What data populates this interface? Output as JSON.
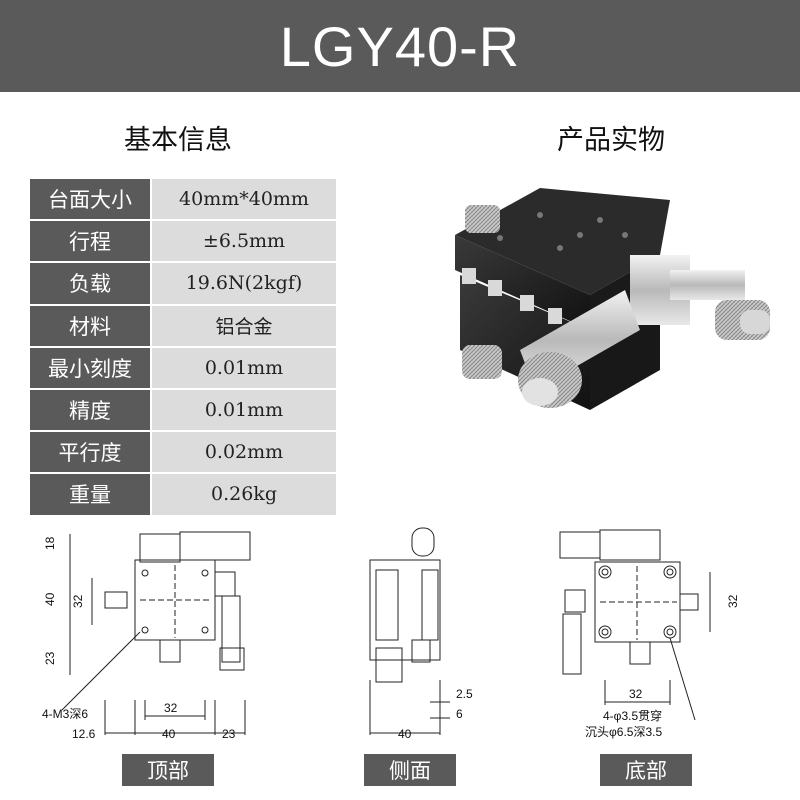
{
  "header": {
    "title": "LGY40-R"
  },
  "sections": {
    "basic_info": "基本信息",
    "product_photo": "产品实物"
  },
  "specs": [
    {
      "label": "台面大小",
      "value": "40mm*40mm"
    },
    {
      "label": "行程",
      "value": "±6.5mm"
    },
    {
      "label": "负载",
      "value": "19.6N(2kgf)"
    },
    {
      "label": "材料",
      "value": "铝合金"
    },
    {
      "label": "最小刻度",
      "value": "0.01mm"
    },
    {
      "label": "精度",
      "value": "0.01mm"
    },
    {
      "label": "平行度",
      "value": "0.02mm"
    },
    {
      "label": "重量",
      "value": "0.26kg"
    }
  ],
  "drawings": {
    "top": {
      "label": "顶部",
      "dims": {
        "d18": "18",
        "d40v": "40",
        "d32v": "32",
        "d23v": "23",
        "holes": "4-M3深6",
        "d32h": "32",
        "d12_6": "12.6",
        "d40h": "40",
        "d23h": "23"
      }
    },
    "side": {
      "label": "侧面",
      "dims": {
        "d2_5": "2.5",
        "d6": "6",
        "d40": "40"
      }
    },
    "bottom": {
      "label": "底部",
      "dims": {
        "d32v": "32",
        "d32h": "32",
        "holes_through": "4-φ3.5贯穿",
        "holes_counter": "沉头φ6.5深3.5"
      }
    }
  }
}
